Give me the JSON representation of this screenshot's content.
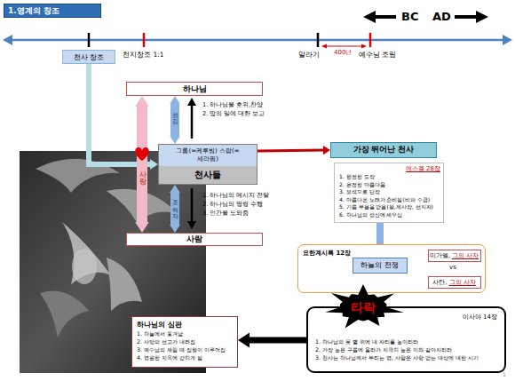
{
  "diagram": {
    "title": "1.영계의 창조",
    "nodes": [
      {
        "text": [
          "천사 창조"
        ]
      },
      {
        "text": [
          "하나님"
        ]
      },
      {
        "text": [
          "그룹(=케루빔) 스랍(=세라핌)",
          "천사들"
        ]
      },
      {
        "text": [
          "사람"
        ]
      },
      {
        "text": [
          "가장 뛰어난 천사"
        ]
      },
      {
        "text": [
          "에스겔 28장",
          "1. 완전한 도장",
          "2. 온전한 아름다움",
          "3. 보석으로 단장",
          "4. 아름다운 노래가 준비됨(비파 수금)",
          "5. 기름 부음을 받음(왕,제사장, 선지자)",
          "6. 하나님의 성산에 세우심"
        ]
      },
      {
        "text": [
          "요한계시록 12장"
        ]
      },
      {
        "text": [
          "하늘의 전쟁"
        ],
        "in": 6
      },
      {
        "text": [
          "미가엘,",
          "그의 사자"
        ],
        "in": 6
      },
      {
        "text": [
          "사탄,",
          "그의 사자"
        ],
        "in": 6
      },
      {
        "text": [
          "이사야 14장",
          "1. 하나님의 뭇 별 위에 내 자리를 높이리라",
          "2. 가장 높은 구름에 올라가 지극히 높은 이와 같아지리라",
          "3. 천사는 하나님께서 부리는 영, 사람은 사랑 받는 대상에 대한 시기"
        ]
      },
      {
        "text": [
          "타락"
        ],
        "in": 10
      },
      {
        "text": [
          "하나님의 심판",
          "1. 하늘에서 쫓겨남",
          "2. 사망의 선고가 내려짐",
          "3. 예수님의 재림 때 집행이 이루어짐",
          "4. 영원한 지옥에 갇히게 됨"
        ]
      }
    ],
    "edges": [
      {
        "from": 0,
        "to": 2,
        "arrow": "to"
      },
      {
        "from": 1,
        "to": 3,
        "label": "사랑",
        "arrow": "both"
      },
      {
        "from": 1,
        "to": 2,
        "label": "섬김",
        "arrow": "both"
      },
      {
        "from": 2,
        "to": 3,
        "label": "조력자",
        "arrow": "both"
      },
      {
        "from": 2,
        "to": 4,
        "arrow": "to"
      },
      {
        "from": 5,
        "to": 7,
        "arrow": "to"
      },
      {
        "from": 7,
        "to": 11,
        "arrow": "to"
      },
      {
        "from": 10,
        "to": 12,
        "arrow": "to"
      }
    ],
    "labels": [
      "BC",
      "AD",
      "천지창조 1:1",
      "말라기",
      "400년",
      "예수님 조림",
      "1. 하나님을 호위,찬양",
      "2. 땅의 일에 대한 보고",
      "1. 하나님의 메시지 전달",
      "2. 하나님의 명령 수행",
      "3. 인간을 도와줌",
      "vs",
      "1"
    ]
  }
}
